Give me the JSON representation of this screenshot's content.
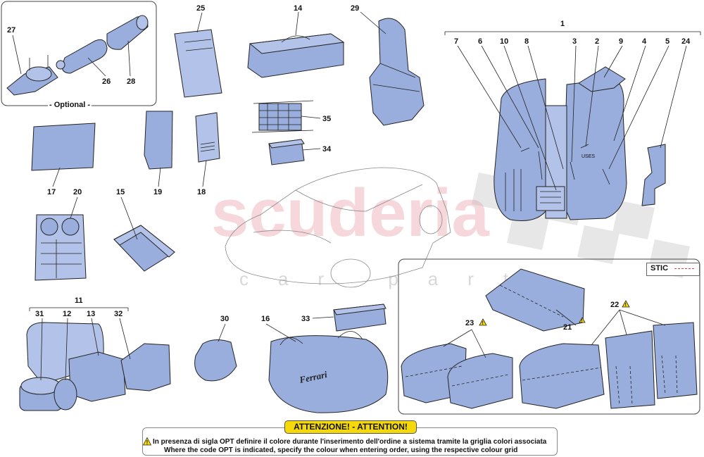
{
  "watermark": {
    "main": "scuderia",
    "sub": "car parts"
  },
  "optional_label": "- Optional -",
  "stic_legend": {
    "label": "STIC",
    "line_color": "#e04040"
  },
  "attention": {
    "title": "ATTENZIONE! - ATTENTION!",
    "text_it": "In presenza di sigla OPT definire il colore durante l'inserimento dell'ordine a sistema tramite la griglia colori associata",
    "text_en": "Where the code OPT is indicated, specify the colour when entering order, using the respective colour grid"
  },
  "colors": {
    "part_fill": "#9aaedd",
    "warning": "#f5d90a"
  },
  "callouts": [
    "1",
    "2",
    "3",
    "4",
    "5",
    "6",
    "7",
    "8",
    "9",
    "10",
    "11",
    "12",
    "13",
    "14",
    "15",
    "16",
    "17",
    "18",
    "19",
    "20",
    "21",
    "22",
    "23",
    "24",
    "25",
    "26",
    "27",
    "28",
    "29",
    "30",
    "31",
    "32",
    "33",
    "34",
    "35"
  ],
  "tool_kit_label": "USES"
}
